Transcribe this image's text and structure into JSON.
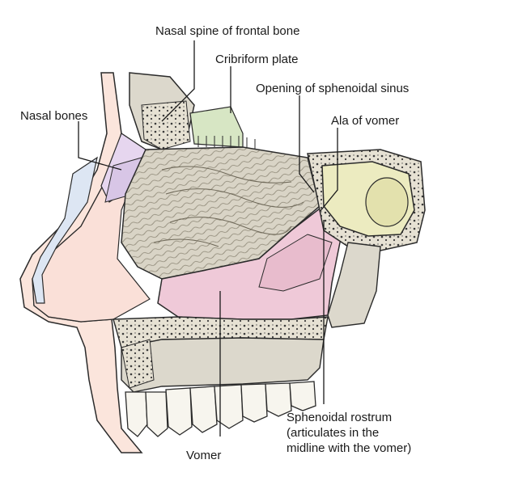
{
  "labels": {
    "nasal_spine": "Nasal spine of frontal bone",
    "cribriform_plate": "Cribriform plate",
    "opening_sphenoidal_sinus": "Opening of sphenoidal sinus",
    "nasal_bones": "Nasal bones",
    "ala_of_vomer": "Ala of vomer",
    "vomer": "Vomer",
    "sphenoidal_rostrum": {
      "line1": "Sphenoidal rostrum",
      "line2": "(articulates in the",
      "line3": "midline with the vomer)"
    }
  },
  "colors": {
    "bone": "#dcd8cc",
    "bone_dark": "#c9c3b3",
    "skin": "#fbe5dc",
    "vomer_pink": "#efc9d8",
    "cribriform_green": "#d7e6c4",
    "sinus_yellow": "#ecebc0",
    "nasal_bone_lilac": "#d8c6e6",
    "cartilage_blue": "#dde6f3",
    "outline": "#2b2b2b"
  }
}
